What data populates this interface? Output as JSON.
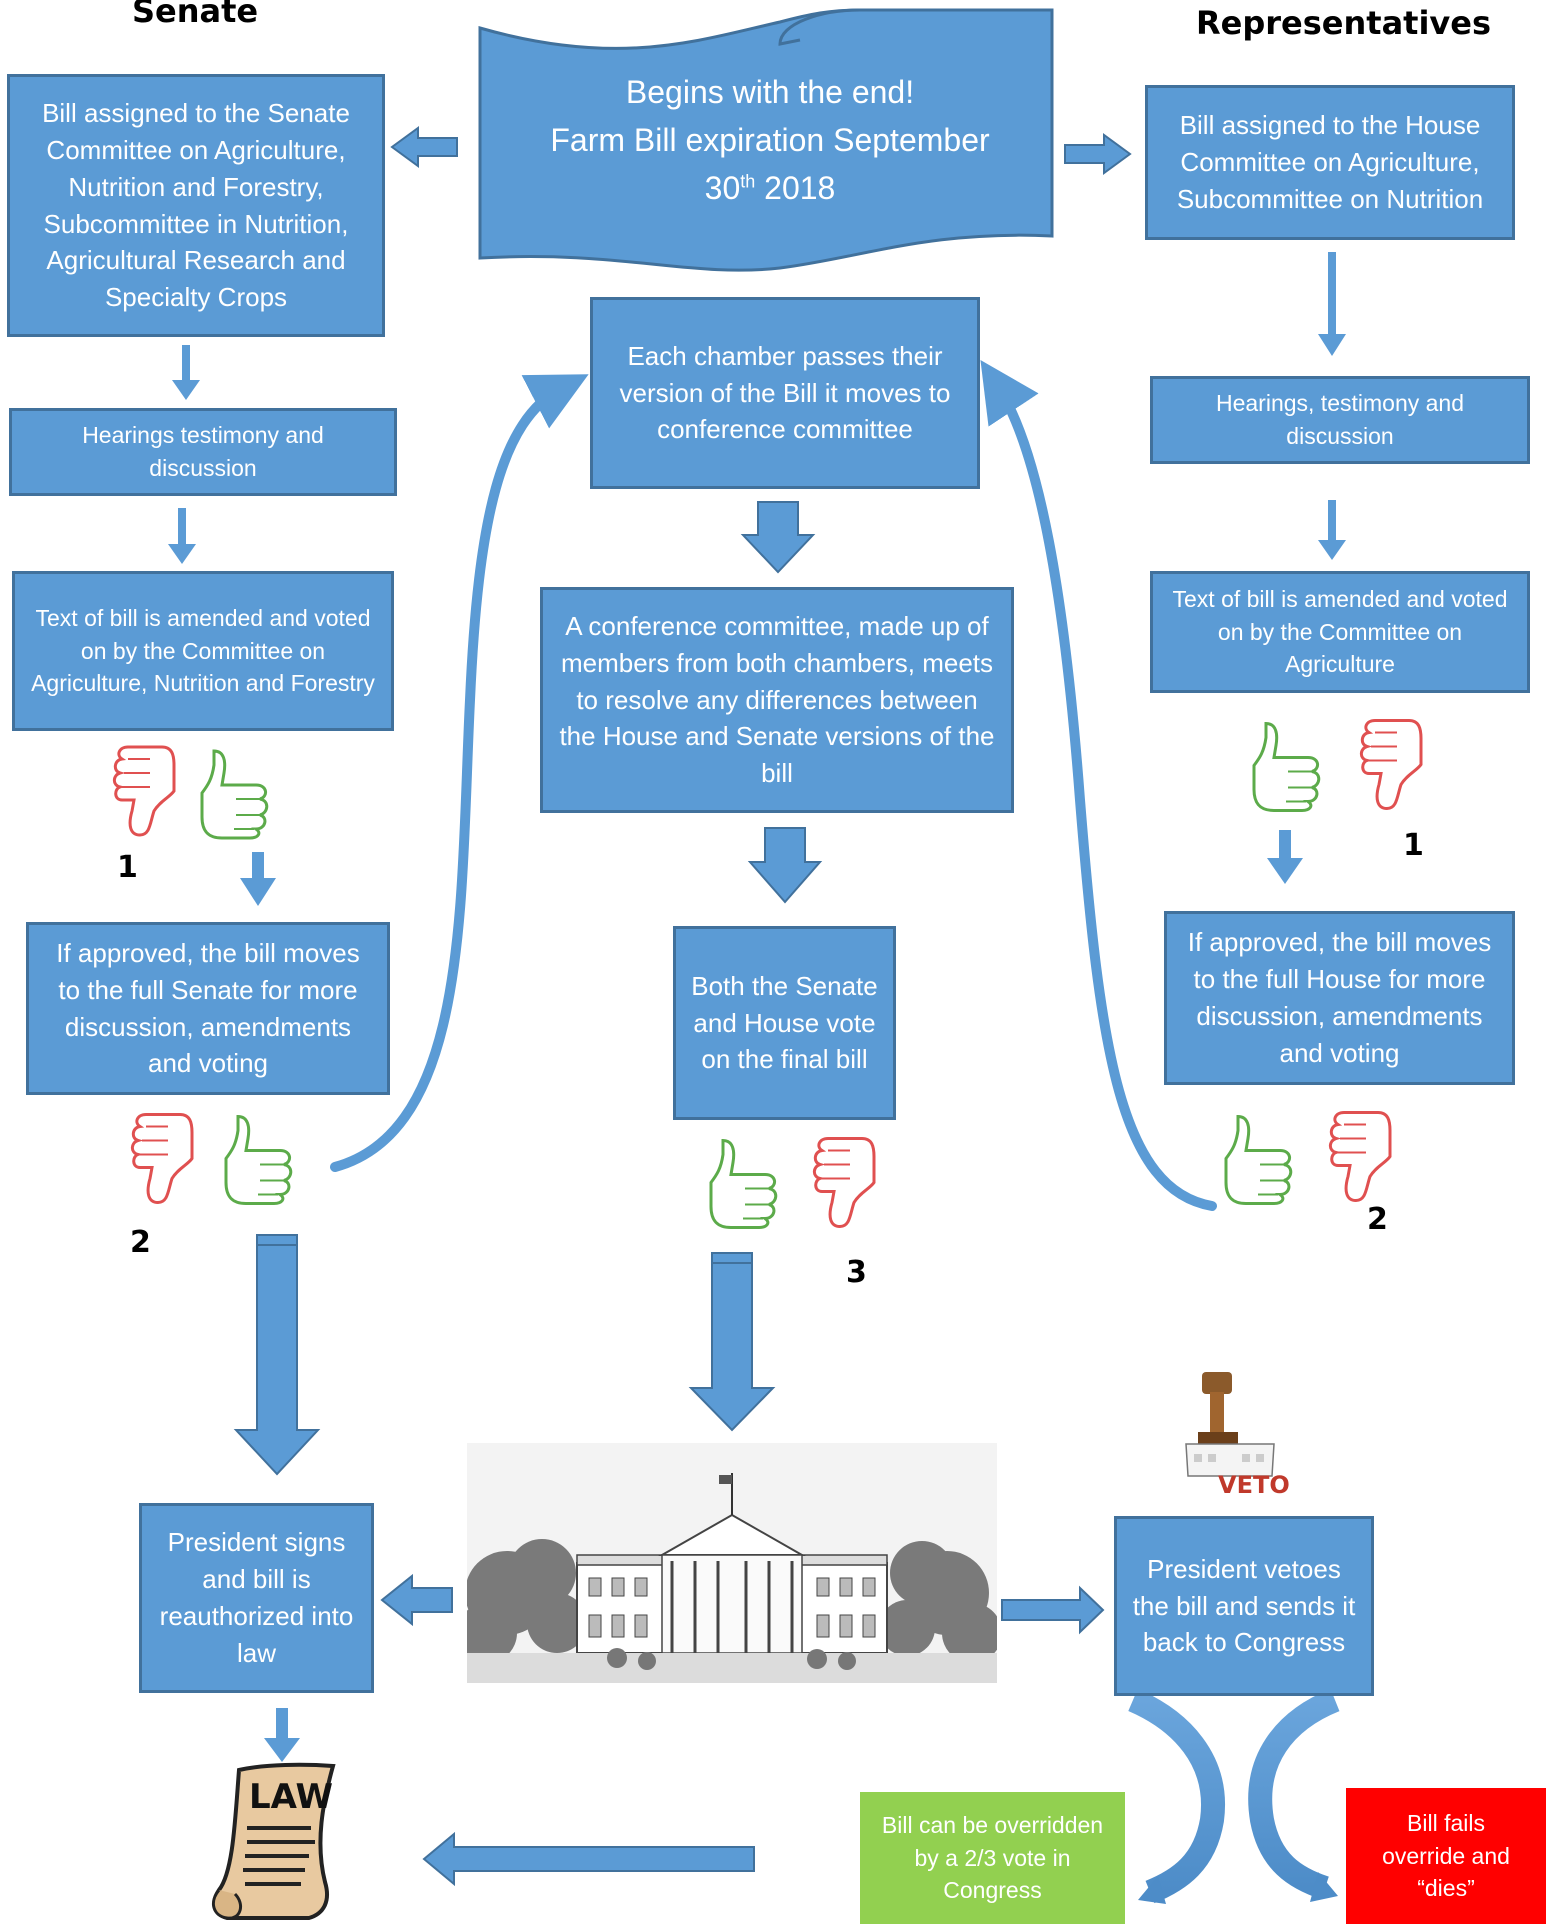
{
  "headings": {
    "senate": "Senate",
    "representatives": "Representatives"
  },
  "start": {
    "line1": "Begins with the end!",
    "line2": "Farm Bill expiration September",
    "line3_pre": "30",
    "line3_sup": "th",
    "line3_post": " 2018"
  },
  "senate": {
    "assigned": "Bill assigned to the Senate Committee on Agriculture, Nutrition and Forestry, Subcommittee in Nutrition, Agricultural Research and Specialty Crops",
    "hearings": "Hearings testimony and discussion",
    "amended": "Text of bill is amended and voted on by the Committee on Agriculture, Nutrition and Forestry",
    "approved": "If approved, the bill moves to the full Senate for more discussion, amendments and voting",
    "vote_num_1": "1",
    "vote_num_2": "2"
  },
  "house": {
    "assigned": "Bill assigned to the House Committee on Agriculture, Subcommittee on Nutrition",
    "hearings": "Hearings, testimony and discussion",
    "amended": "Text of bill is amended and voted on by the Committee on Agriculture",
    "approved": "If approved, the bill moves to the full House for more discussion, amendments and voting",
    "vote_num_1": "1",
    "vote_num_2": "2"
  },
  "center": {
    "passes": "Each chamber passes their version of the Bill it moves to conference committee",
    "conference": "A conference committee, made up of members from both chambers, meets to resolve any differences between the House and Senate versions of the bill",
    "final_vote": "Both the Senate and House vote on the final bill",
    "vote_num_3": "3"
  },
  "president": {
    "signs": "President signs and bill is reauthorized into law",
    "vetoes": "President vetoes the bill and sends it back to Congress",
    "veto_stamp_text": "VETO"
  },
  "override": {
    "success": "Bill can be overridden by a 2/3 vote in Congress",
    "fail": "Bill fails override and “dies”"
  },
  "law_scroll_text": "LAW",
  "colors": {
    "box_fill": "#5b9bd5",
    "box_border": "#41719c",
    "arrow": "#5b9bd5",
    "override_success": "#92d050",
    "override_fail": "#ff0000",
    "thumb_up": "#4caf50",
    "thumb_down": "#e05050"
  }
}
